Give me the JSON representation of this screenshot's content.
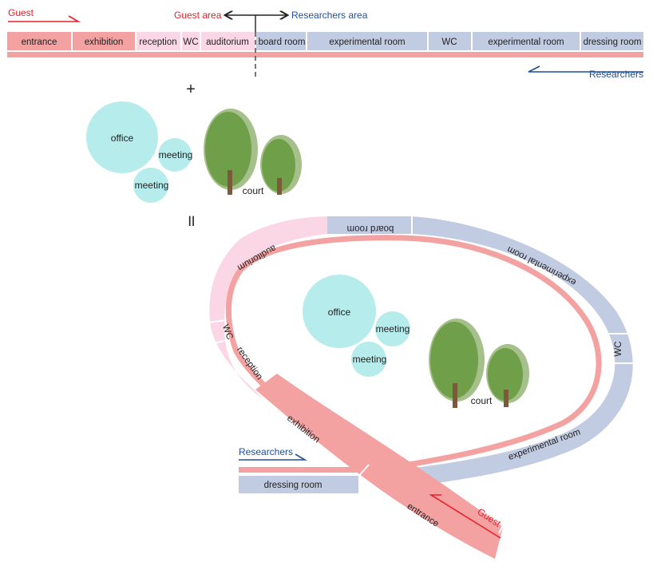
{
  "colors": {
    "guest_zone": "#f4a1a1",
    "guest_zone_light": "#fbd7e6",
    "research_zone": "#c1cbe2",
    "pond": "#b7ecec",
    "tree_dark": "#6f9f49",
    "tree_light": "#a5c08a",
    "trunk": "#7a5a3a",
    "guest_arrow": "#e8202a",
    "researcher_arrow": "#1f4e9b"
  },
  "top_strip": {
    "guest_label": "Guest",
    "guest_area_label": "Guest area",
    "researchers_area_label": "Researchers area",
    "researchers_label": "Researchers",
    "rooms": [
      {
        "label": "entrance",
        "zone": "guest_zone"
      },
      {
        "label": "exhibition",
        "zone": "guest_zone"
      },
      {
        "label": "reception",
        "zone": "guest_zone_light"
      },
      {
        "label": "WC",
        "zone": "guest_zone_light"
      },
      {
        "label": "auditorium",
        "zone": "guest_zone_light"
      },
      {
        "label": "board room",
        "zone": "research_zone"
      },
      {
        "label": "experimental room",
        "zone": "research_zone"
      },
      {
        "label": "WC",
        "zone": "research_zone"
      },
      {
        "label": "experimental room",
        "zone": "research_zone"
      },
      {
        "label": "dressing room",
        "zone": "research_zone"
      }
    ]
  },
  "operators": {
    "plus": "+",
    "equals": "॥"
  },
  "cluster": {
    "office": "office",
    "meeting_1": "meeting",
    "meeting_2": "meeting",
    "court": "court"
  },
  "loop": {
    "rooms": [
      "auditorium",
      "board room",
      "experimental room",
      "WC",
      "experimental room",
      "WC",
      "reception",
      "exhibition",
      "entrance",
      "dressing room"
    ],
    "researchers_label": "Researchers",
    "guest_label": "Guest"
  }
}
